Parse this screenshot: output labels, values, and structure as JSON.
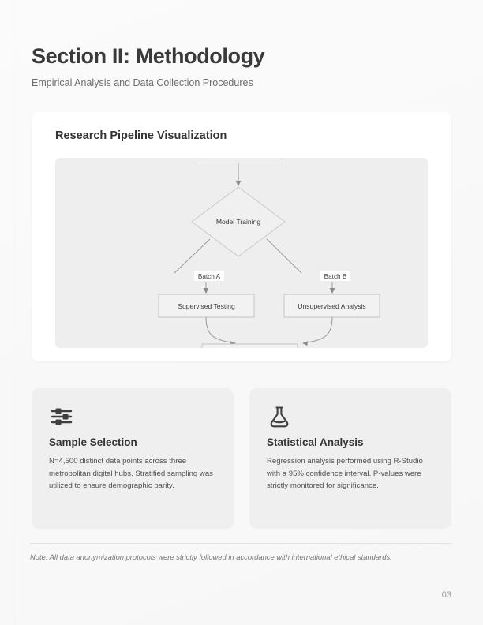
{
  "header": {
    "title": "Section II: Methodology",
    "subtitle": "Empirical Analysis and Data Collection Procedures"
  },
  "viz_card": {
    "title": "Research Pipeline Visualization"
  },
  "diagram": {
    "nodes": {
      "decision": "Model Training",
      "left_box": "Supervised Testing",
      "right_box": "Unsupervised Analysis"
    },
    "edge_labels": {
      "left": "Batch A",
      "right": "Batch B"
    }
  },
  "info_cards": [
    {
      "icon": "sliders-icon",
      "heading": "Sample Selection",
      "body": "N=4,500 distinct data points across three metropolitan digital hubs. Stratified sampling was utilized to ensure demographic parity."
    },
    {
      "icon": "flask-icon",
      "heading": "Statistical Analysis",
      "body": "Regression analysis performed using R-Studio with a 95% confidence interval. P-values were strictly monitored for significance."
    }
  ],
  "footer": {
    "note": "Note: All data anonymization protocols were strictly followed in accordance with international ethical standards.",
    "page_number": "03"
  },
  "colors": {
    "page_background": "#f8f8f8",
    "card_background": "#ffffff",
    "diagram_background": "#eeeeee",
    "info_card_background": "#efefef",
    "text_primary": "#333333",
    "text_secondary": "#6c6c6c",
    "stroke": "#c9c9c9"
  }
}
